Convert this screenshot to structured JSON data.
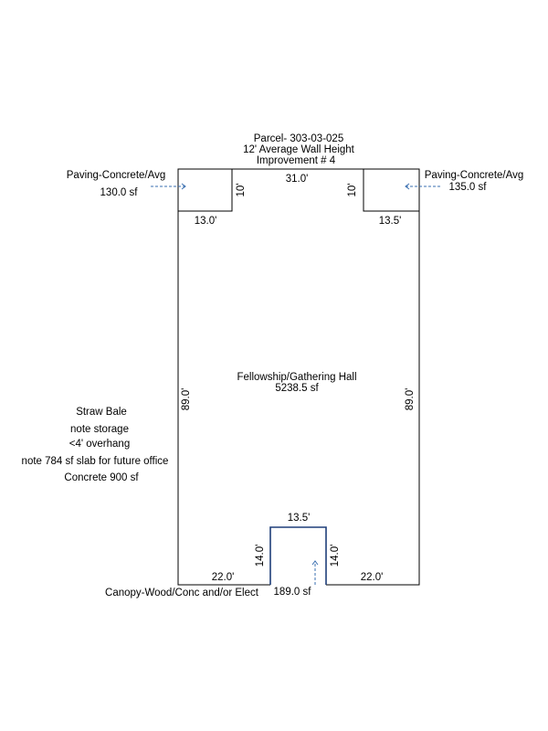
{
  "header": {
    "parcel": "Parcel- 303-03-025",
    "wall_height": "12' Average Wall Height",
    "improvement": "Improvement # 4"
  },
  "main_area": {
    "name": "Fellowship/Gathering Hall",
    "area": "5238.5 sf",
    "top_width": "31.0'",
    "left_height": "89.0'",
    "right_height": "89.0'",
    "bottom_left": "22.0'",
    "bottom_right": "22.0'"
  },
  "paving_left": {
    "label": "Paving-Concrete/Avg",
    "area": "130.0 sf",
    "width": "13.0'",
    "depth": "10'"
  },
  "paving_right": {
    "label": "Paving-Concrete/Avg",
    "area": "135.0 sf",
    "width": "13.5'",
    "depth": "10'"
  },
  "canopy": {
    "label": "Canopy-Wood/Conc and/or Elect",
    "area": "189.0 sf",
    "width": "13.5'",
    "left_depth": "14.0'",
    "right_depth": "14.0'"
  },
  "notes": [
    "Straw Bale",
    "note storage",
    "<4' overhang",
    "note 784 sf slab for future office",
    "Concrete  900 sf"
  ]
}
